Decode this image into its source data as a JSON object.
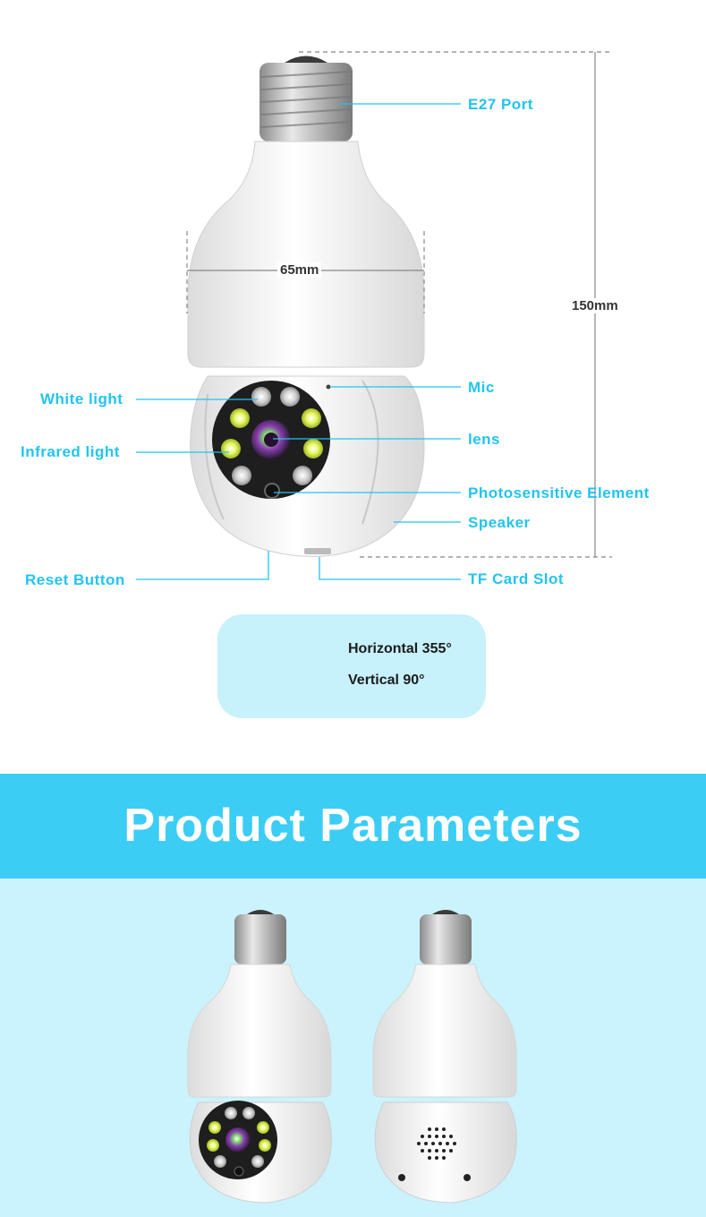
{
  "diagram": {
    "callouts": {
      "e27_port": "E27 Port",
      "mic": "Mic",
      "white_light": "White light",
      "lens": "lens",
      "infrared_light": "Infrared light",
      "photosensitive": "Photosensitive Element",
      "speaker": "Speaker",
      "reset_button": "Reset Button",
      "tf_card_slot": "TF Card Slot"
    },
    "dimensions": {
      "width": "65mm",
      "height": "150mm"
    },
    "rotation": {
      "horizontal": "Horizontal 355°",
      "vertical": "Vertical 90°"
    }
  },
  "banner": {
    "title": "Product Parameters"
  },
  "colors": {
    "accent": "#22c4f0",
    "banner": "#3ccdf5",
    "panel": "#c7f1fb",
    "bottom_bg": "#cbf3fd"
  }
}
